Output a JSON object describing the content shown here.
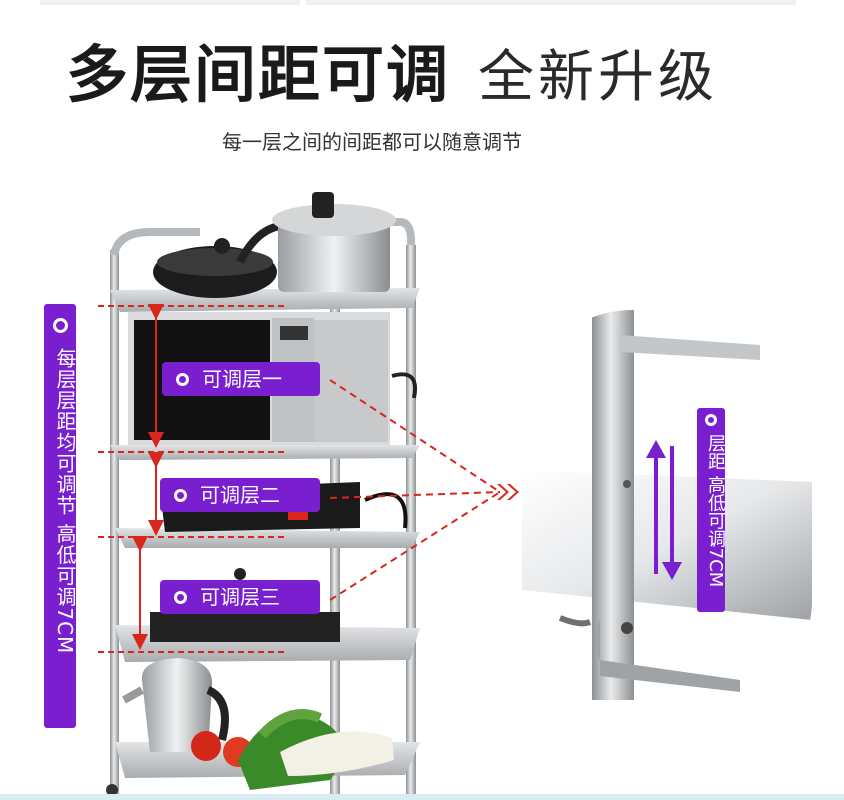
{
  "title": {
    "bold": "多层间距可调",
    "light": "全新升级"
  },
  "subtitle": "每一层之间的间距都可以随意调节",
  "side_label": "每层层距均可调节  高低可调7CM",
  "layers": [
    "可调层一",
    "可调层二",
    "可调层三"
  ],
  "detail_label": "层距 高低可调7CM",
  "colors": {
    "accent": "#7a1fd0",
    "arrow": "#d9261c",
    "steel": "#c8cacc"
  }
}
